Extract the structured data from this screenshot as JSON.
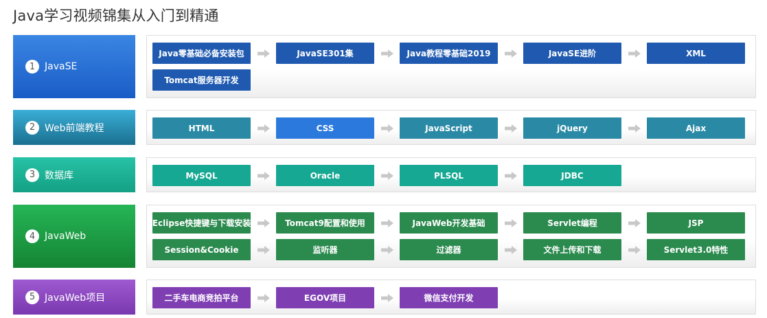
{
  "page_title": "Java学习视频锦集从入门到精通",
  "sections": [
    {
      "number": "1",
      "title": "JavaSE",
      "color": "#1f5ab0",
      "rows": [
        [
          "Java零基础必备安装包",
          "JavaSE301集",
          "Java教程零基础2019",
          "JavaSE进阶",
          "XML"
        ],
        [
          "Tomcat服务器开发"
        ]
      ]
    },
    {
      "number": "2",
      "title": "Web前端教程",
      "color": "#2a8aa6",
      "rows": [
        [
          "HTML",
          "CSS",
          "JavaScript",
          "jQuery",
          "Ajax"
        ]
      ]
    },
    {
      "number": "3",
      "title": "数据库",
      "color": "#16a892",
      "rows": [
        [
          "MySQL",
          "Oracle",
          "PLSQL",
          "JDBC"
        ]
      ]
    },
    {
      "number": "4",
      "title": "JavaWeb",
      "color": "#2b8a4e",
      "rows": [
        [
          "Eclipse快捷键与下载安装",
          "Tomcat9配置和使用",
          "JavaWeb开发基础",
          "Servlet编程",
          "JSP"
        ],
        [
          "Session&Cookie",
          "监听器",
          "过滤器",
          "文件上传和下载",
          "Servlet3.0特性"
        ]
      ]
    },
    {
      "number": "5",
      "title": "JavaWeb项目",
      "color": "#7f3fb3",
      "rows": [
        [
          "二手车电商竞拍平台",
          "EGOV项目",
          "微信支付开发"
        ]
      ]
    }
  ],
  "arrow_color": "#c8c8c8",
  "active_step": "CSS"
}
